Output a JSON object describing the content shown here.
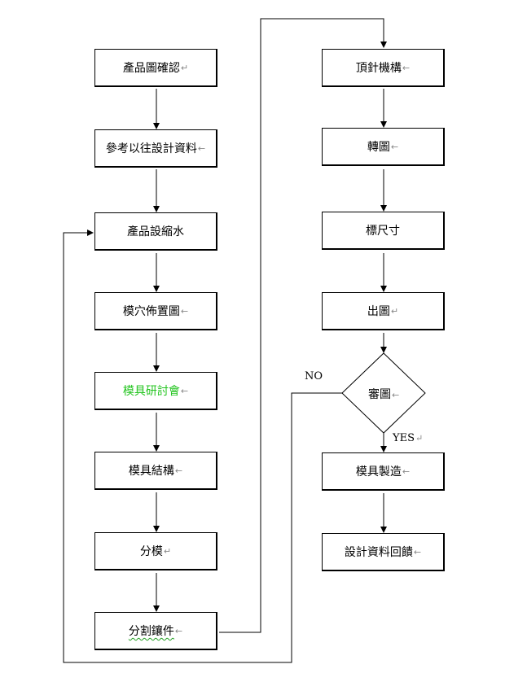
{
  "left_column": [
    {
      "id": "product-drawing-confirm",
      "text": "產品圖確認"
    },
    {
      "id": "reference-past-design-data",
      "text": "參考以往設計資料"
    },
    {
      "id": "product-shrinkage-setting",
      "text": "產品設縮水"
    },
    {
      "id": "cavity-layout-drawing",
      "text": "模穴佈置圖"
    },
    {
      "id": "mold-review-meeting",
      "text": "模具研討會"
    },
    {
      "id": "mold-structure",
      "text": "模具結構"
    },
    {
      "id": "mold-splitting",
      "text": "分模"
    },
    {
      "id": "split-inserts",
      "text": "分割鑲件"
    }
  ],
  "right_column": [
    {
      "id": "ejector-mechanism",
      "text": "頂針機構"
    },
    {
      "id": "transfer-drawing",
      "text": "轉圖"
    },
    {
      "id": "dimensioning",
      "text": "標尺寸"
    },
    {
      "id": "drawing-output",
      "text": "出圖"
    },
    {
      "id": "mold-manufacturing",
      "text": "模具製造"
    },
    {
      "id": "design-data-feedback",
      "text": "設計資料回饋"
    }
  ],
  "decision": {
    "id": "drawing-review",
    "text": "審圖"
  },
  "labels": {
    "no": "NO",
    "yes": "YES"
  },
  "colors": {
    "line": "#000000",
    "highlight_text": "#22c41e",
    "return_mark": "#888888"
  }
}
